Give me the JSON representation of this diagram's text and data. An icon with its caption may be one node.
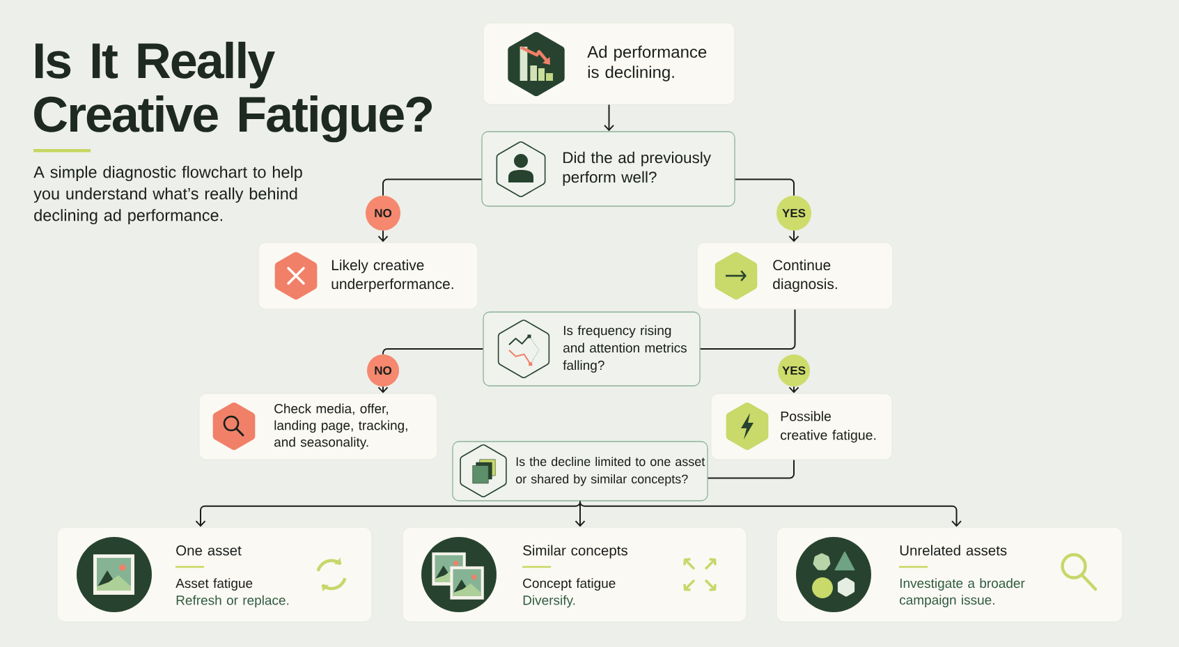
{
  "diagram": {
    "title": "Is It Really Creative Fatigue?",
    "caption": "A simple diagnostic flowchart to help you understand what’s really behind declining ad performance.",
    "nodes": [
      {
        "text": [
          "Ad performance is declining."
        ]
      },
      {
        "text": [
          "Did the ad previously perform well?"
        ]
      },
      {
        "text": [
          "NO"
        ]
      },
      {
        "text": [
          "YES"
        ]
      },
      {
        "text": [
          "Likely creative underperformance."
        ]
      },
      {
        "text": [
          "Continue diagnosis."
        ]
      },
      {
        "text": [
          "Is frequency rising and attention metrics falling?"
        ]
      },
      {
        "text": [
          "NO"
        ]
      },
      {
        "text": [
          "YES"
        ]
      },
      {
        "text": [
          "Check media, offer, landing page, tracking, and seasonality."
        ]
      },
      {
        "text": [
          "Possible creative fatigue."
        ]
      },
      {
        "text": [
          "Is the decline limited to one asset or shared by similar concepts?"
        ]
      },
      {
        "text": [
          "One asset",
          "Asset fatigue",
          "Refresh or replace."
        ]
      },
      {
        "text": [
          "Similar concepts",
          "Concept fatigue",
          "Diversify."
        ]
      },
      {
        "text": [
          "Unrelated assets",
          "Investigate a broader campaign issue."
        ]
      }
    ],
    "edges": [
      {
        "from": 0,
        "to": 1,
        "arrow": "to"
      },
      {
        "from": 1,
        "to": 2,
        "arrow": "none"
      },
      {
        "from": 2,
        "to": 4,
        "arrow": "to"
      },
      {
        "from": 1,
        "to": 3,
        "arrow": "none"
      },
      {
        "from": 3,
        "to": 5,
        "arrow": "to"
      },
      {
        "from": 5,
        "to": 6,
        "arrow": "none"
      },
      {
        "from": 6,
        "to": 7,
        "arrow": "none"
      },
      {
        "from": 7,
        "to": 9,
        "arrow": "to"
      },
      {
        "from": 8,
        "to": 10,
        "arrow": "to"
      },
      {
        "from": 10,
        "to": 11,
        "arrow": "none"
      },
      {
        "from": 11,
        "to": 12,
        "arrow": "to"
      },
      {
        "from": 11,
        "to": 13,
        "arrow": "to"
      },
      {
        "from": 11,
        "to": 14,
        "arrow": "to"
      }
    ]
  }
}
